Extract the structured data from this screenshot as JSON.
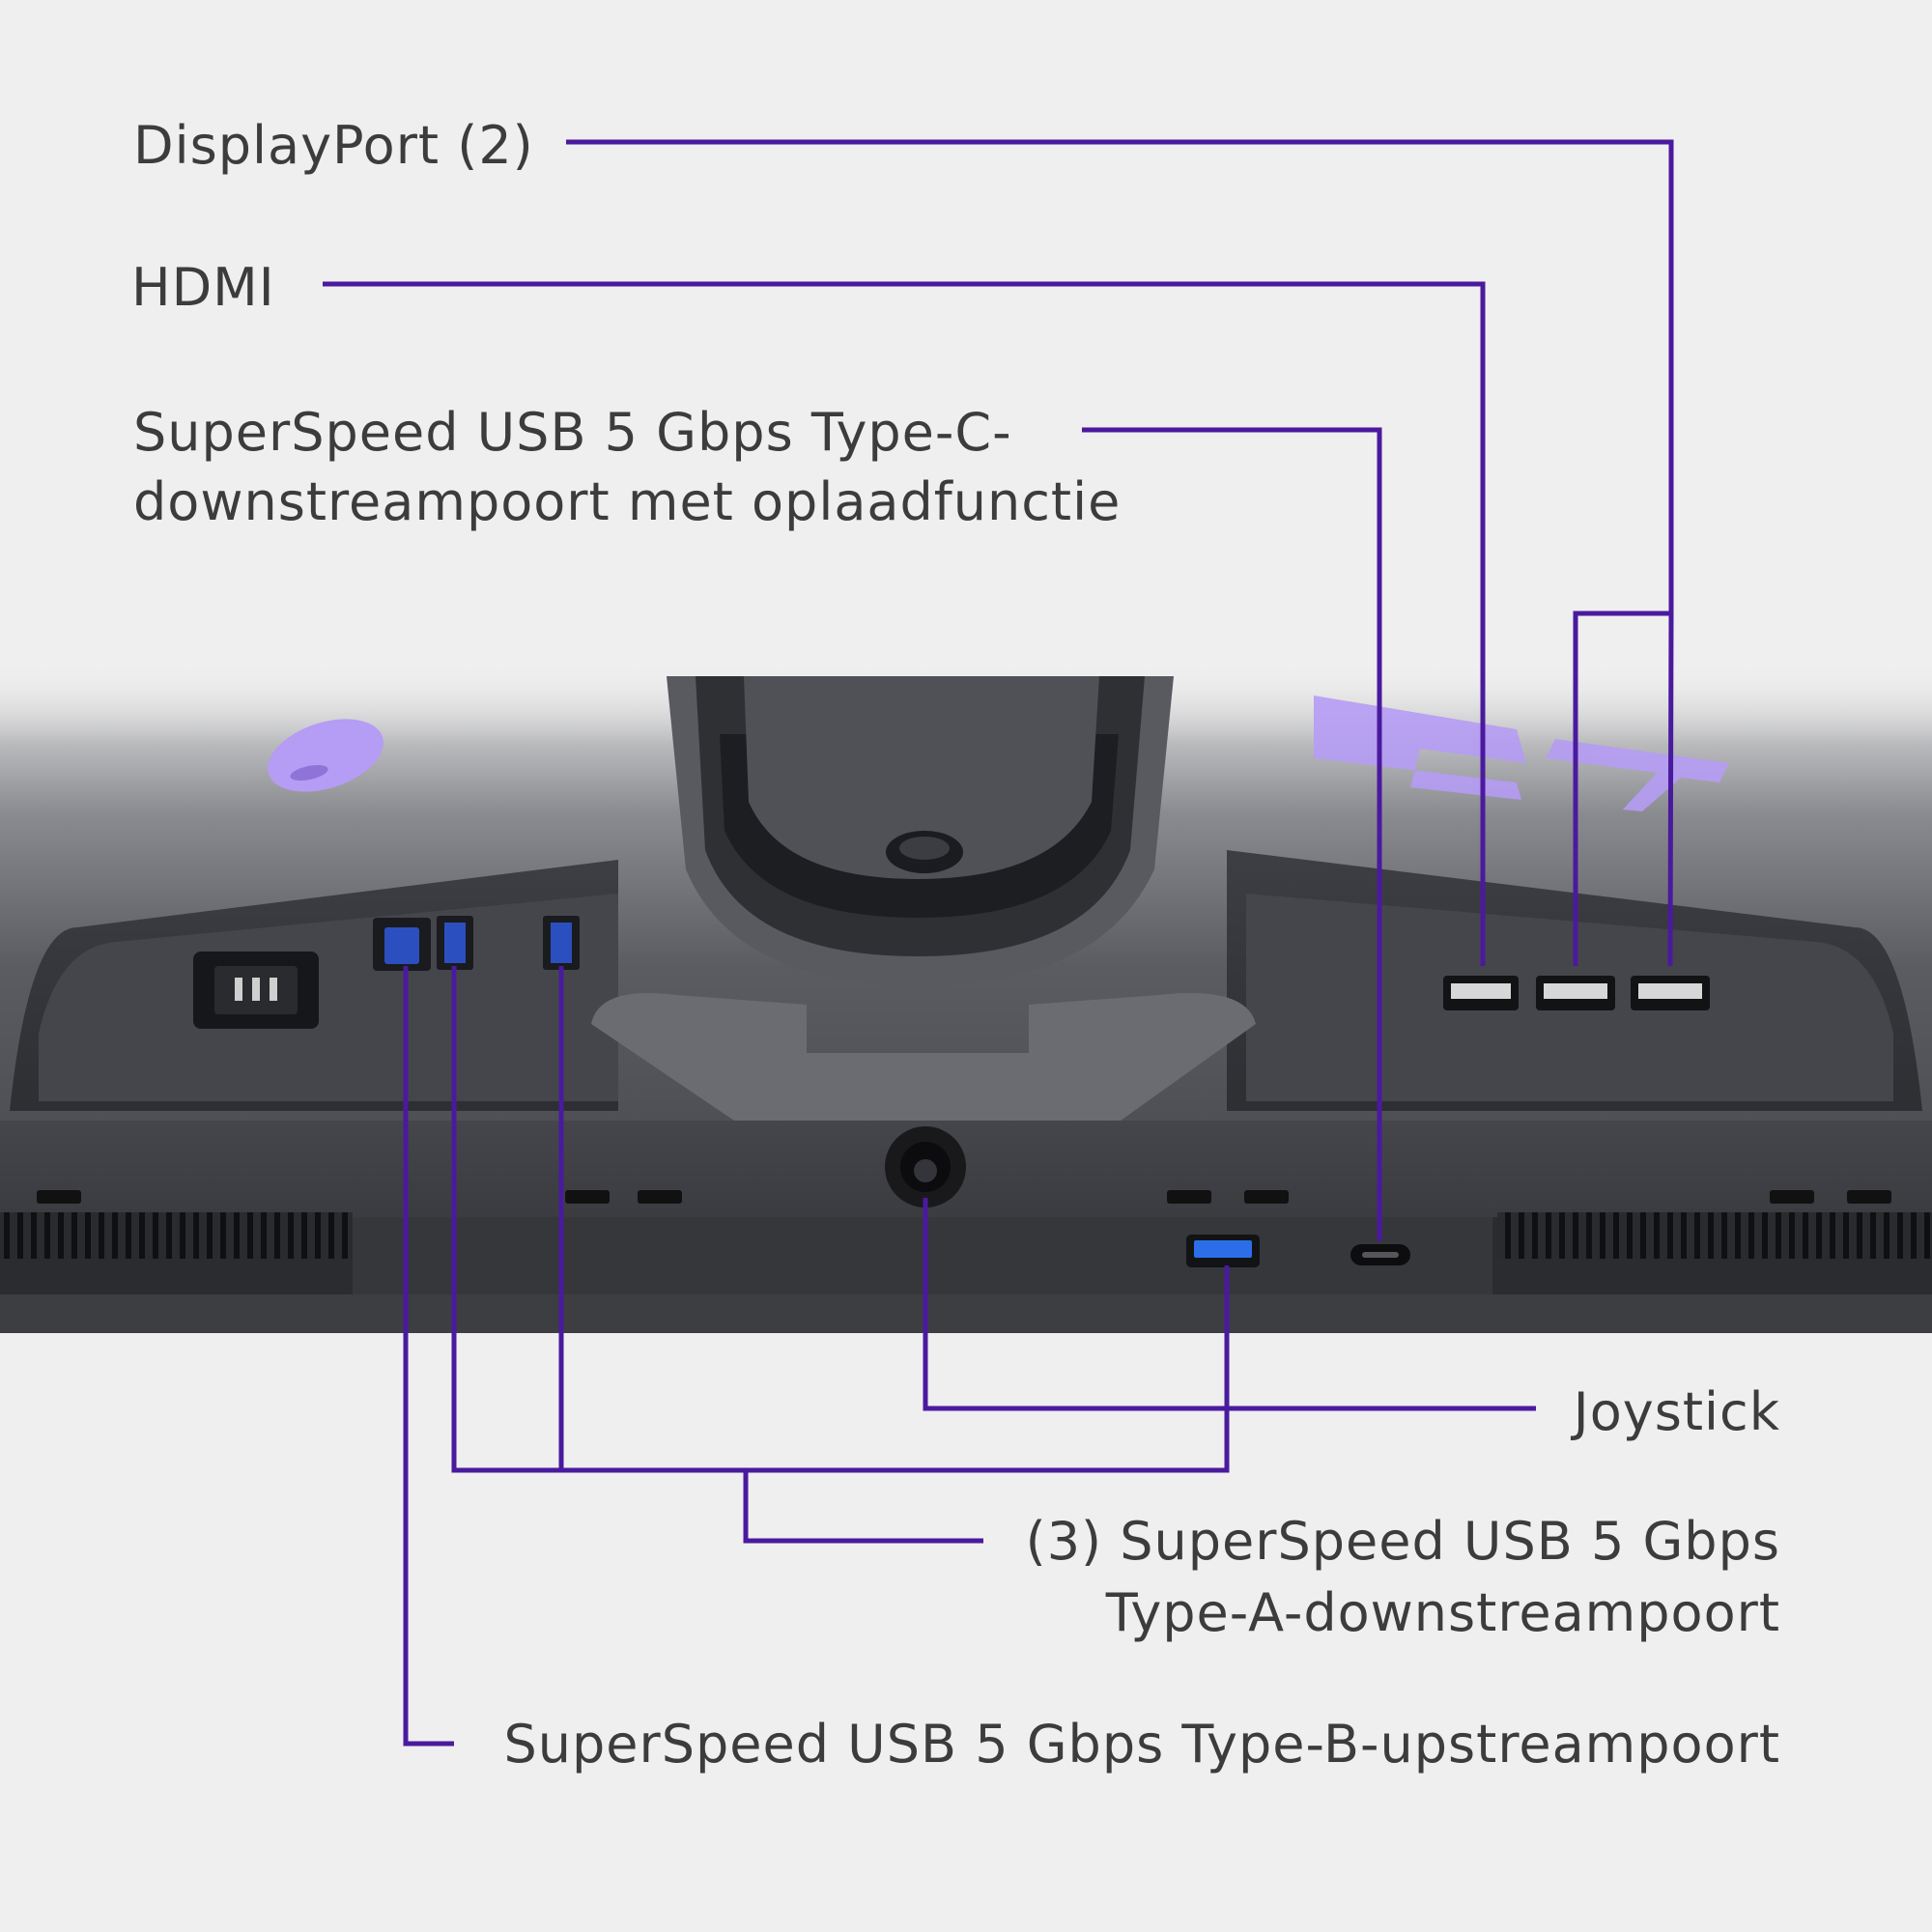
{
  "colors": {
    "background": "#efefef",
    "callout_line": "#4a1a9e",
    "monitor_body": "#4c4d52",
    "accent_light": "#b59cf4",
    "label_text": "#3c3c3c"
  },
  "labels": {
    "displayport": "DisplayPort (2)",
    "hdmi": "HDMI",
    "usb_c_line1": "SuperSpeed USB 5 Gbps Type-C-",
    "usb_c_line2": "downstreampoort met oplaadfunctie",
    "joystick": "Joystick",
    "usb_a_line1": "(3) SuperSpeed USB 5 Gbps",
    "usb_a_line2": "Type-A-downstreampoort",
    "usb_b": "SuperSpeed USB 5 Gbps Type-B-upstreampoort"
  },
  "icons": {
    "brand_logo": "alien-head-logo",
    "model_badge": "27-model-number",
    "power": "power-inlet-icon"
  }
}
